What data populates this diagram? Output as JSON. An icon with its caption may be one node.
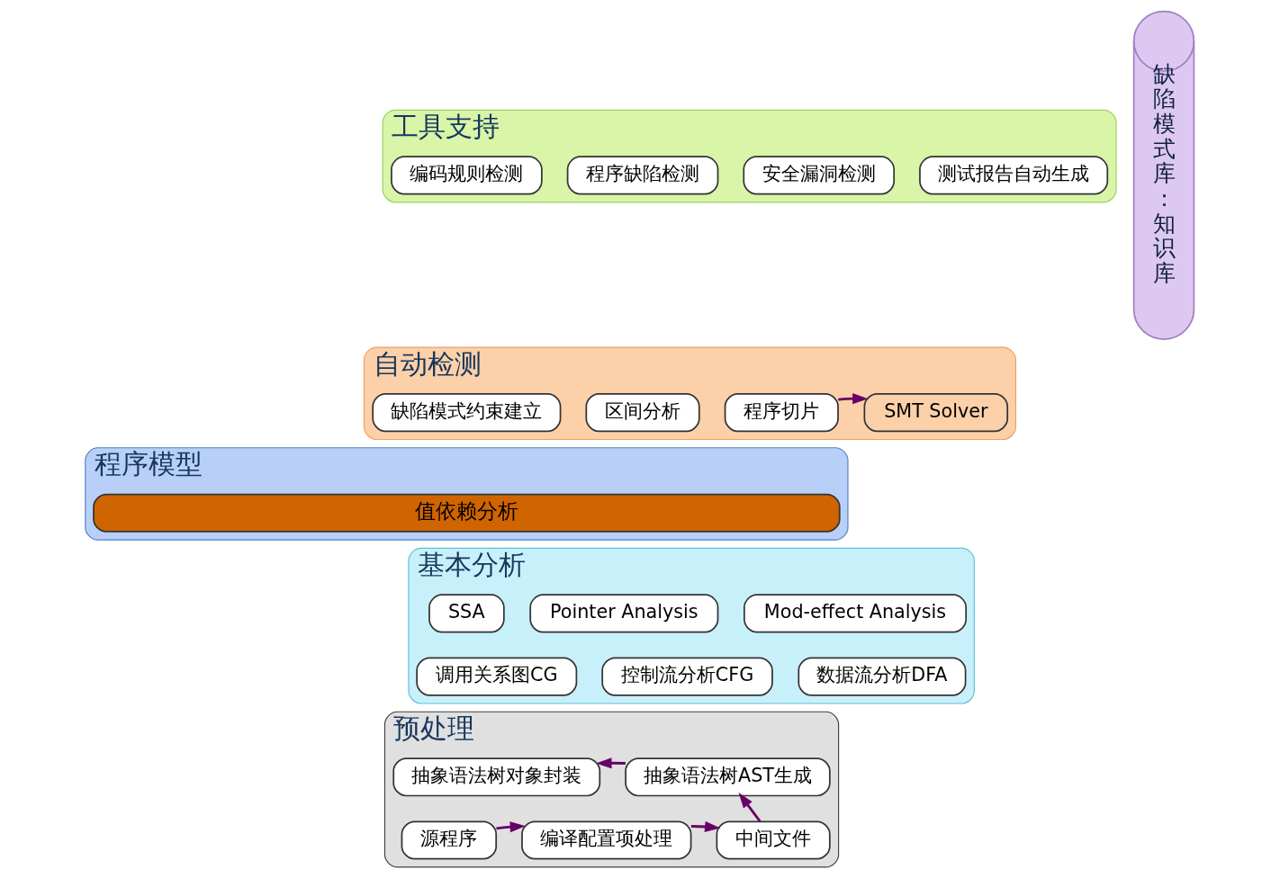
{
  "diagram": {
    "nodes": [
      {
        "text": [
          "工具支持"
        ]
      },
      {
        "text": [
          "编码规则检测"
        ],
        "in": 0
      },
      {
        "text": [
          "程序缺陷检测"
        ],
        "in": 0
      },
      {
        "text": [
          "安全漏洞检测"
        ],
        "in": 0
      },
      {
        "text": [
          "测试报告自动生成"
        ],
        "in": 0
      },
      {
        "text": [
          "自动检测"
        ]
      },
      {
        "text": [
          "缺陷模式约束建立"
        ],
        "in": 5
      },
      {
        "text": [
          "区间分析"
        ],
        "in": 5
      },
      {
        "text": [
          "程序切片"
        ],
        "in": 5
      },
      {
        "text": [
          "SMT Solver"
        ],
        "in": 5
      },
      {
        "text": [
          "程序模型"
        ]
      },
      {
        "text": [
          "值依赖分析"
        ],
        "in": 10
      },
      {
        "text": [
          "基本分析"
        ]
      },
      {
        "text": [
          "SSA"
        ],
        "in": 12
      },
      {
        "text": [
          "Pointer Analysis"
        ],
        "in": 12
      },
      {
        "text": [
          "Mod-effect Analysis"
        ],
        "in": 12
      },
      {
        "text": [
          "调用关系图CG"
        ],
        "in": 12
      },
      {
        "text": [
          "控制流分析CFG"
        ],
        "in": 12
      },
      {
        "text": [
          "数据流分析DFA"
        ],
        "in": 12
      },
      {
        "text": [
          "预处理"
        ]
      },
      {
        "text": [
          "抽象语法树对象封装"
        ],
        "in": 19
      },
      {
        "text": [
          "抽象语法树AST生成"
        ],
        "in": 19
      },
      {
        "text": [
          "源程序"
        ],
        "in": 19
      },
      {
        "text": [
          "编译配置项处理"
        ],
        "in": 19
      },
      {
        "text": [
          "中间文件"
        ],
        "in": 19
      },
      {
        "text": [
          "缺陷模式库：知识库"
        ]
      }
    ],
    "edges": [
      {
        "from": 8,
        "to": 9,
        "arrow": "to",
        "color": "#660066"
      },
      {
        "from": 21,
        "to": 20,
        "arrow": "to",
        "color": "#660066"
      },
      {
        "from": 22,
        "to": 23,
        "arrow": "to",
        "color": "#660066"
      },
      {
        "from": 23,
        "to": 24,
        "arrow": "to",
        "color": "#660066"
      },
      {
        "from": 24,
        "to": 21,
        "arrow": "to",
        "color": "#660066"
      }
    ]
  }
}
